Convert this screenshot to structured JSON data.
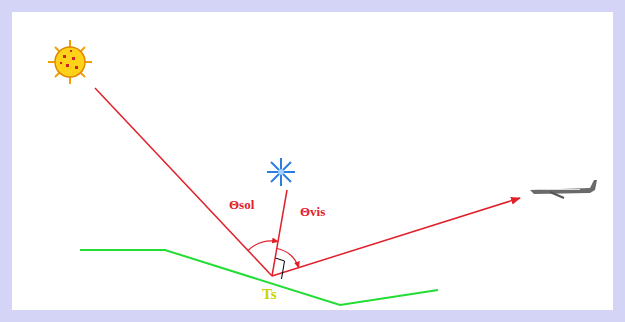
{
  "diagram": {
    "labels": [
      "Θsol",
      "Θvis",
      "Ts"
    ]
  }
}
